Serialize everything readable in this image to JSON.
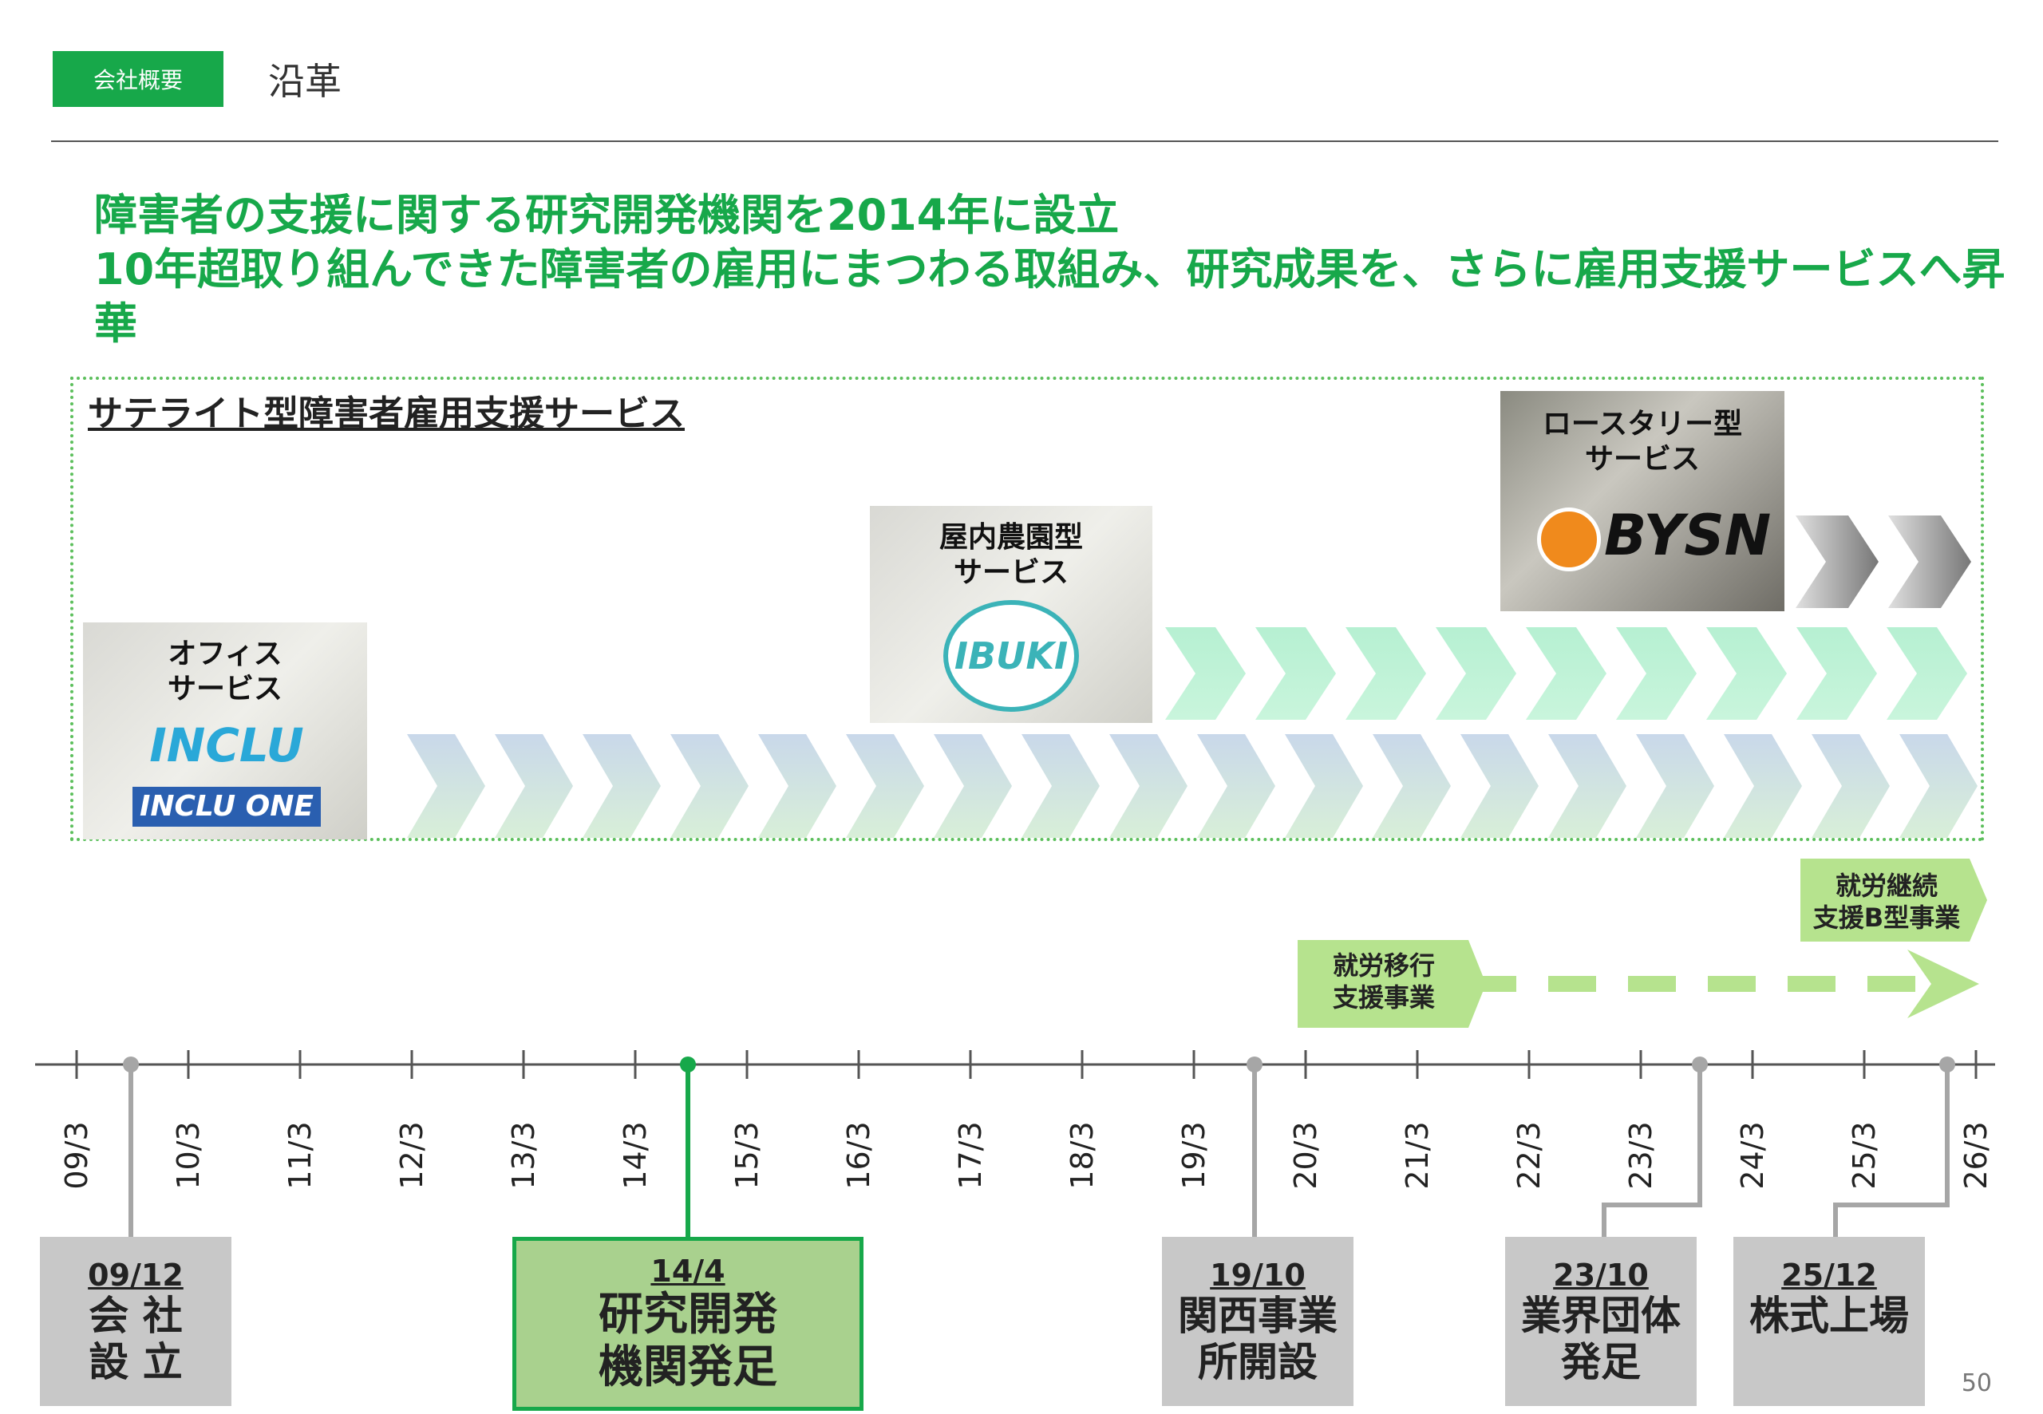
{
  "header": {
    "tag": "会社概要",
    "title": "沿革"
  },
  "headline": {
    "line1": "障害者の支援に関する研究開発機関を2014年に設立",
    "line2": "10年超取り組んできた障害者の雇用にまつわる取組み、研究成果を、さらに雇用支援サービスへ昇華"
  },
  "satellite": {
    "title": "サテライト型障害者雇用支援サービス",
    "office": {
      "label1": "オフィス",
      "label2": "サービス",
      "logo1": "INCLU",
      "logo2": "INCLU ONE"
    },
    "farm": {
      "label1": "屋内農園型",
      "label2": "サービス",
      "logo": "IBUKI"
    },
    "roastery": {
      "label1": "ロースタリー型",
      "label2": "サービス",
      "logo": "BYSN"
    }
  },
  "employment": {
    "transition": {
      "line1": "就労移行",
      "line2": "支援事業"
    },
    "continuation": {
      "line1": "就労継続",
      "line2": "支援B型事業"
    }
  },
  "timeline": {
    "ticks": [
      "09/3",
      "10/3",
      "11/3",
      "12/3",
      "13/3",
      "14/3",
      "15/3",
      "16/3",
      "17/3",
      "18/3",
      "19/3",
      "20/3",
      "21/3",
      "22/3",
      "23/3",
      "24/3",
      "25/3",
      "26/3"
    ],
    "events": [
      {
        "date": "09/12",
        "line1": "会 社",
        "line2": "設 立"
      },
      {
        "date": "14/4",
        "line1": "研究開発",
        "line2": "機関発足"
      },
      {
        "date": "19/10",
        "line1": "関西事業",
        "line2": "所開設"
      },
      {
        "date": "23/10",
        "line1": "業界団体",
        "line2": "発足"
      },
      {
        "date": "25/12",
        "line1": "株式上場",
        "line2": ""
      }
    ]
  },
  "colors": {
    "brand": "#17a84a",
    "highlight_box": "#a9d18e",
    "gray_box": "#c8c8c8",
    "light_arrow": "#b6e38e"
  },
  "page_number": "50"
}
